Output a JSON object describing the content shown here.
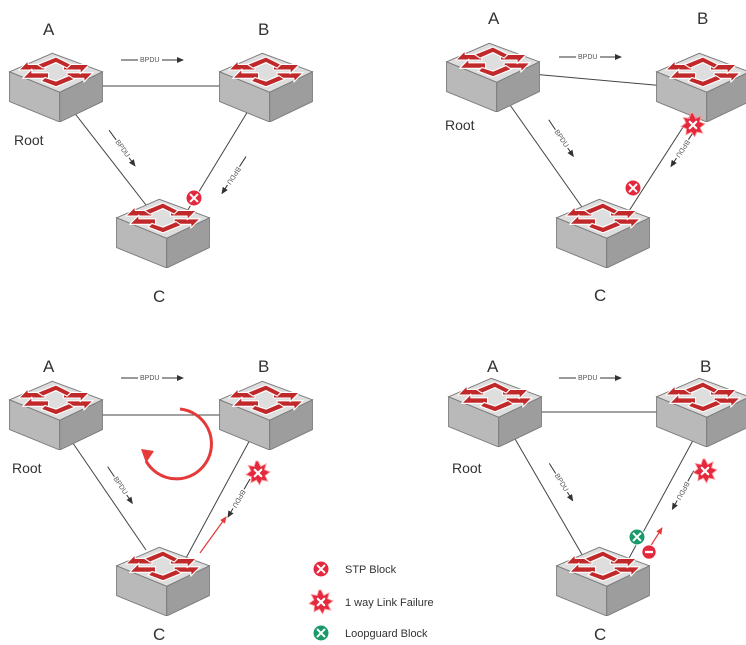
{
  "labels": {
    "a": "A",
    "b": "B",
    "c": "C",
    "root": "Root",
    "bpdu": "BPDU"
  },
  "legend": {
    "stp_block": "STP Block",
    "link_failure": "1 way Link Failure",
    "loopguard_block": "Loopguard Block"
  },
  "colors": {
    "stp_block": "#e4283e",
    "link_failure": "#e4283e",
    "loopguard_block": "#1a9a6a",
    "loop_arrow": "#e43a3a",
    "switch_face": "#d6d6d6",
    "switch_arrow": "#c0282a",
    "link_line": "#444444"
  },
  "icons": {
    "switch": "network-switch-icon",
    "stp_block": "red-x-circle-icon",
    "link_failure": "red-starburst-x-icon",
    "loopguard_block": "green-x-circle-icon",
    "loop": "circular-arrow-icon",
    "no_entry": "no-entry-icon"
  }
}
